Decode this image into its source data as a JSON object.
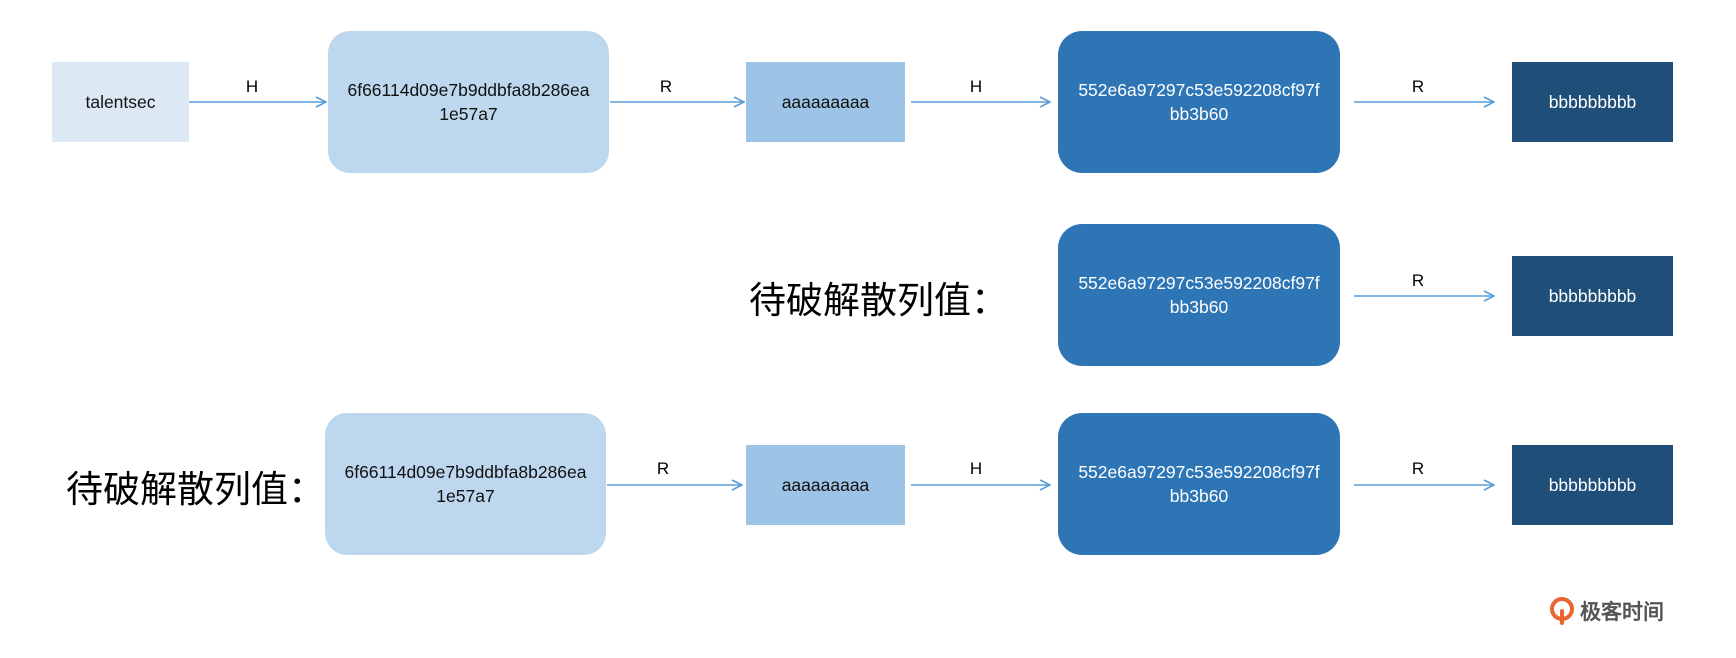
{
  "rows": {
    "row1": {
      "plaintext": "talentsec",
      "hash1": "6f66114d09e7b9ddbfa8b286ea1e57a7",
      "reduce1": "aaaaaaaaa",
      "hash2": "552e6a97297c53e592208cf97fbb3b60",
      "reduce2": "bbbbbbbbb",
      "edges": [
        "H",
        "R",
        "H",
        "R"
      ]
    },
    "row2": {
      "pending_label": "待破解散列值：",
      "hash2": "552e6a97297c53e592208cf97fbb3b60",
      "reduce2": "bbbbbbbbb",
      "edges": [
        "R"
      ]
    },
    "row3": {
      "pending_label": "待破解散列值：",
      "hash1": "6f66114d09e7b9ddbfa8b286ea1e57a7",
      "reduce1": "aaaaaaaaa",
      "hash2": "552e6a97297c53e592208cf97fbb3b60",
      "reduce2": "bbbbbbbbb",
      "edges": [
        "R",
        "H",
        "R"
      ]
    }
  },
  "colors": {
    "plaintext": "#dde8f5",
    "hash1": "#bdd7ee",
    "reduce1": "#9dc3e6",
    "hash2": "#2e75b6",
    "reduce2": "#1f4e79",
    "arrow": "#5b9bd5"
  },
  "watermark": {
    "brand": "极客时间",
    "icon": "geektime-logo-icon"
  }
}
